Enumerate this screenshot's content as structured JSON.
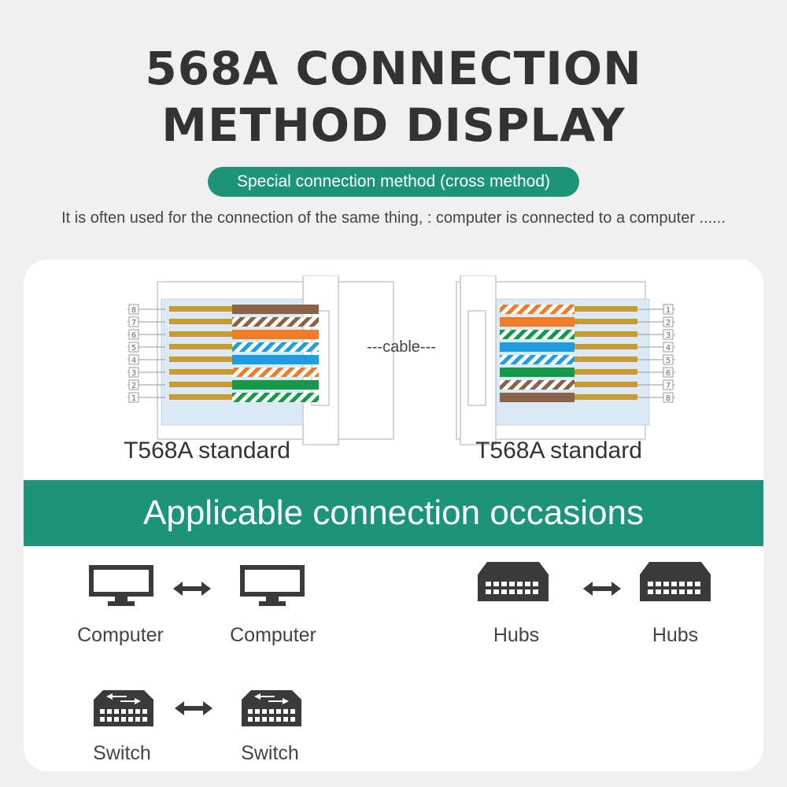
{
  "header": {
    "title_line1": "568A CONNECTION",
    "title_line2": "METHOD DISPLAY",
    "pill": "Special connection method (cross method)",
    "description": "It is often used for the connection of the same thing, : computer is connected to a computer ......"
  },
  "diagram": {
    "left_label": "T568A standard",
    "right_label": "T568A standard",
    "cable_label": "---cable---",
    "pin_numbers_left": [
      "8",
      "7",
      "6",
      "5",
      "4",
      "3",
      "2",
      "1"
    ],
    "pin_numbers_right": [
      "1",
      "2",
      "3",
      "4",
      "5",
      "6",
      "7",
      "8"
    ],
    "colors": {
      "brown": "#8b6248",
      "orange": "#f07b28",
      "blue": "#1e9ee0",
      "green": "#129a4a",
      "gold": "#c99a2e",
      "teal": "#1c947a"
    }
  },
  "occasions": {
    "banner": "Applicable connection occasions",
    "pairs": [
      {
        "left": "Computer",
        "right": "Computer",
        "icon": "monitor-icon"
      },
      {
        "left": "Hubs",
        "right": "Hubs",
        "icon": "hub-icon"
      },
      {
        "left": "Switch",
        "right": "Switch",
        "icon": "switch-icon"
      }
    ]
  }
}
